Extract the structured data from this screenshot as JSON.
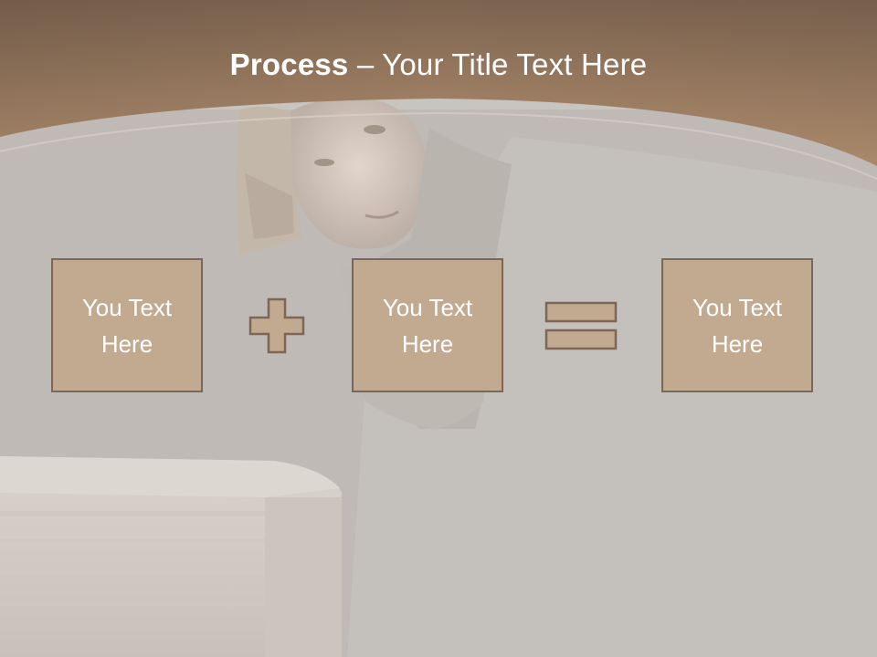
{
  "title": {
    "bold": "Process",
    "rest": " – Your Title Text Here"
  },
  "boxes": [
    {
      "line1": "You Text",
      "line2": "Here"
    },
    {
      "line1": "You Text",
      "line2": "Here"
    },
    {
      "line1": "You Text",
      "line2": "Here"
    }
  ],
  "operators": {
    "first": "plus-icon",
    "second": "equals-icon"
  },
  "colors": {
    "header_brown": "#a7866a",
    "box_fill": "#c2aa90",
    "box_border": "#7a6757",
    "text": "#ffffff"
  }
}
